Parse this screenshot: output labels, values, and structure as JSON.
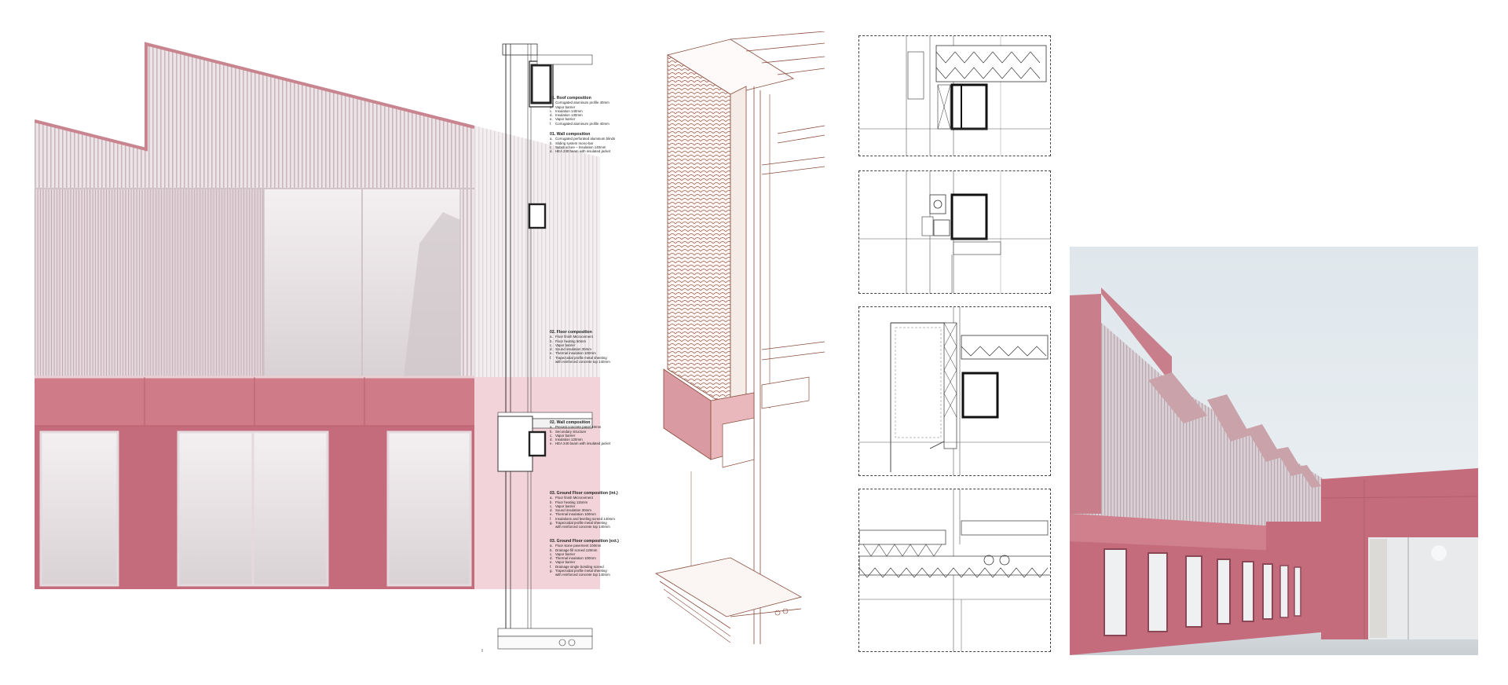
{
  "notes": [
    {
      "title": "01. Roof composition",
      "items": [
        {
          "k": "a.",
          "t": "Corrugated aluminum profile 40mm"
        },
        {
          "k": "b.",
          "t": "Vapor barrier"
        },
        {
          "k": "c.",
          "t": "Insulation 140mm"
        },
        {
          "k": "d.",
          "t": "Insulation 130mm"
        },
        {
          "k": "e.",
          "t": "Vapor barrier"
        },
        {
          "k": "f.",
          "t": "Corrugated aluminum profile 40mm"
        }
      ]
    },
    {
      "title": "01. Wall composition",
      "items": [
        {
          "k": "a.",
          "t": "Corrugated perforated aluminum blinds"
        },
        {
          "k": "b.",
          "t": "Sliding system mono-bar"
        },
        {
          "k": "c.",
          "t": "Substructure – Insulation 140mm"
        },
        {
          "k": "d.",
          "t": "HEA 240 beam with insulated jacket"
        }
      ]
    },
    {
      "title": "02. Floor composition",
      "items": [
        {
          "k": "a.",
          "t": "Floor finish Microcement"
        },
        {
          "k": "b.",
          "t": "Floor heating 50mm"
        },
        {
          "k": "c.",
          "t": "Vapor barrier"
        },
        {
          "k": "d.",
          "t": "Sound insulation 30mm"
        },
        {
          "k": "e.",
          "t": "Thermal insulation 100mm"
        },
        {
          "k": "f.",
          "t": "Trapezoidal profile metal sheeting"
        },
        {
          "k": "",
          "t": "with reinforced concrete top 140mm"
        }
      ]
    },
    {
      "title": "02. Wall composition",
      "items": [
        {
          "k": "a.",
          "t": "Precast concrete panel 40mm"
        },
        {
          "k": "b.",
          "t": "Secondary structure"
        },
        {
          "k": "c.",
          "t": "Vapor barrier"
        },
        {
          "k": "d.",
          "t": "Insulation 120mm"
        },
        {
          "k": "e.",
          "t": "HEA 240 beam with insulated jacket"
        }
      ]
    },
    {
      "title": "03. Ground Floor composition (int.)",
      "items": [
        {
          "k": "a.",
          "t": "Floor finish Microcement"
        },
        {
          "k": "b.",
          "t": "Floor heating 115mm"
        },
        {
          "k": "c.",
          "t": "Vapor barrier"
        },
        {
          "k": "d.",
          "t": "Sound insulation 30mm"
        },
        {
          "k": "e.",
          "t": "Thermal insulation 100mm"
        },
        {
          "k": "f.",
          "t": "Insulations and leveling screed 140mm"
        },
        {
          "k": "g.",
          "t": "Trapezoidal profile metal sheeting"
        },
        {
          "k": "",
          "t": "with reinforced concrete top 140mm"
        }
      ]
    },
    {
      "title": "03. Ground Floor composition (ext.)",
      "items": [
        {
          "k": "a.",
          "t": "Floor stone pavement 100mm"
        },
        {
          "k": "b.",
          "t": "Drainage fill screed 120mm"
        },
        {
          "k": "c.",
          "t": "Vapor barrier"
        },
        {
          "k": "d.",
          "t": "Thermal insulation 100mm"
        },
        {
          "k": "e.",
          "t": "Vapor barrier"
        },
        {
          "k": "f.",
          "t": "Drainage single bonding screed"
        },
        {
          "k": "g.",
          "t": "Trapezoidal profile metal sheeting"
        },
        {
          "k": "",
          "t": "with reinforced concrete top 140mm"
        }
      ]
    }
  ],
  "colors": {
    "pink": "#c46c7c",
    "pink_light": "#d98c99",
    "glass": "#ebe7e8",
    "cladding": "#e7dde1",
    "line": "#8a4b3c",
    "sky": "#dde5ea"
  }
}
